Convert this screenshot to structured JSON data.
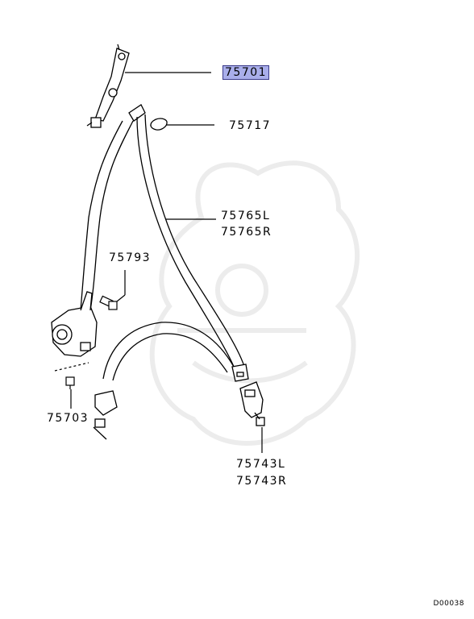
{
  "labels": {
    "p75701": "75701",
    "p75717": "75717",
    "p75765L": "75765L",
    "p75765R": "75765R",
    "p75793": "75793",
    "p75703": "75703",
    "p75743L": "75743L",
    "p75743R": "75743R"
  },
  "highlighted_part": "75701",
  "highlight_color": "#a9aeea",
  "diagram_code": "D00038"
}
